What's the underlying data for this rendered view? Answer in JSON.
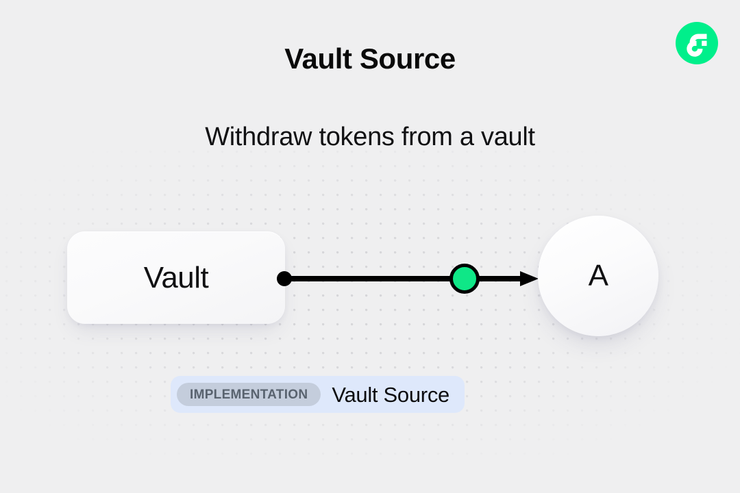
{
  "page": {
    "title": "Vault Source",
    "subtitle": "Withdraw tokens from a vault",
    "background_color": "#efeff0"
  },
  "brand": {
    "logo_icon": "flow-logo-icon",
    "logo_bg_color": "#00ef8b",
    "logo_mark_color": "#ffffff"
  },
  "diagram": {
    "type": "flow-graph",
    "nodes": [
      {
        "id": "vault",
        "label": "Vault",
        "shape": "rounded-rect"
      },
      {
        "id": "a",
        "label": "A",
        "shape": "circle"
      }
    ],
    "edges": [
      {
        "from": "vault",
        "to": "a",
        "direction": "right",
        "source_dot_color": "#000000",
        "line_color": "#000000",
        "handle_color": "#0fe787",
        "handle_border_color": "#000000",
        "arrowhead_color": "#000000"
      }
    ]
  },
  "badge": {
    "tag_label": "IMPLEMENTATION",
    "name_label": "Vault Source",
    "container_color": "#dee8fb",
    "tag_bg_color": "#c4cddc",
    "tag_text_color": "#59636f"
  }
}
